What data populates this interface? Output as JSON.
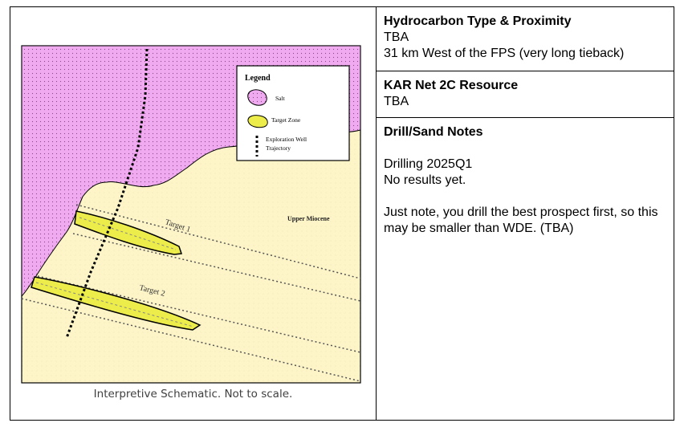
{
  "schematic": {
    "legend_title": "Legend",
    "legend_salt": "Salt",
    "legend_target_zone": "Target Zone",
    "legend_well_line1": "Exploration Well",
    "legend_well_line2": "Trajectory",
    "label_upper_miocene": "Upper Miocene",
    "label_target1": "Target 1",
    "label_target2": "Target 2",
    "caption": "Interpretive Schematic. Not to scale.",
    "colors": {
      "salt": "#f0aaf0",
      "background": "#fdf5c8",
      "target": "#ecec4a",
      "outline": "#000000"
    }
  },
  "panels": {
    "hydrocarbon": {
      "title": "Hydrocarbon Type & Proximity",
      "line1": "TBA",
      "line2": "31 km West of the FPS (very long tieback)"
    },
    "resource": {
      "title": "KAR Net 2C Resource",
      "line1": "TBA"
    },
    "notes": {
      "title": "Drill/Sand Notes",
      "line1": "Drilling 2025Q1",
      "line2": "No results yet.",
      "line3": "Just note, you drill the best prospect first, so this may be smaller than WDE. (TBA)"
    }
  }
}
